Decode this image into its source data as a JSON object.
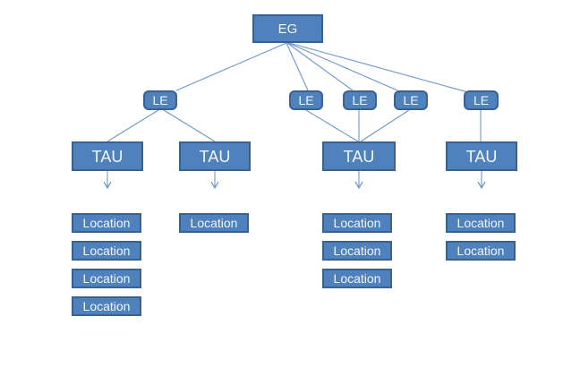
{
  "diagram": {
    "type": "hierarchy-tree",
    "background": "#ffffff",
    "colors": {
      "node_fill": "#4f81bd",
      "node_border": "#3a618f",
      "connector": "#6e96c8",
      "label_text": "#f2f6fb",
      "background": "#ffffff"
    },
    "root": {
      "label": "EG"
    },
    "le_nodes": [
      {
        "label": "LE"
      },
      {
        "label": "LE"
      },
      {
        "label": "LE"
      },
      {
        "label": "LE"
      },
      {
        "label": "LE"
      }
    ],
    "tau_nodes": [
      {
        "label": "TAU"
      },
      {
        "label": "TAU"
      },
      {
        "label": "TAU"
      },
      {
        "label": "TAU"
      }
    ],
    "location_columns": [
      [
        "Location",
        "Location",
        "Location",
        "Location"
      ],
      [
        "Location"
      ],
      [
        "Location",
        "Location",
        "Location"
      ],
      [
        "Location",
        "Location"
      ]
    ],
    "edges": {
      "root_to_le": 5,
      "le1_to_tau": [
        "TAU1",
        "TAU2"
      ],
      "le2_le3_le4_to_tau": "TAU3",
      "le5_to_tau": "TAU4",
      "tau_to_locations": "down-arrow"
    }
  }
}
